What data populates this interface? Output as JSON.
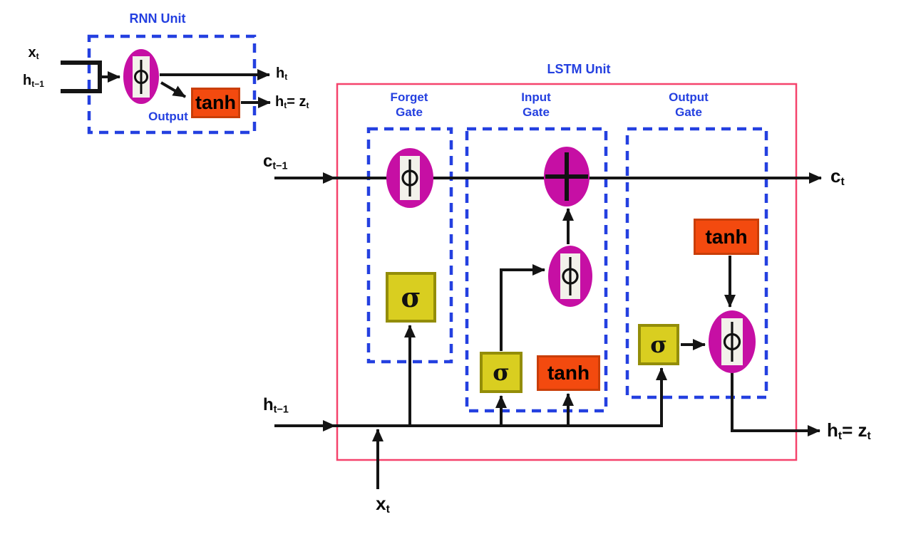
{
  "colors": {
    "magenta": "#C60FA4",
    "node_inner": "#F2F1EA",
    "yellow": "#D9CE20",
    "yellow_border": "#938D08",
    "orange": "#F34A0F",
    "orange_border": "#C93E08",
    "blue": "#2440E0",
    "pink": "#F5436C",
    "line": "#141414",
    "bg": "#FFFFFF"
  },
  "symbols": {
    "phi": "ϕ",
    "sigma": "σ",
    "plus": "+",
    "tanh": "tanh"
  },
  "rnn": {
    "title": "RNN Unit",
    "output_label": "Output",
    "labels": {
      "x_in": {
        "base": "x",
        "sub": "t"
      },
      "h_in": {
        "base": "h",
        "sub": "t−1"
      },
      "h_out": {
        "base": "h",
        "sub": "t"
      },
      "hz_out": {
        "base": "h",
        "sub": "t",
        "eq": "= ",
        "base2": "z",
        "sub2": "t"
      }
    }
  },
  "lstm": {
    "title": "LSTM Unit",
    "forget_gate_label": "Forget\nGate",
    "input_gate_label": "Input\nGate",
    "output_gate_label": "Output\nGate",
    "labels": {
      "c_in": {
        "base": "c",
        "sub": "t−1"
      },
      "c_out": {
        "base": "c",
        "sub": "t"
      },
      "h_in": {
        "base": "h",
        "sub": "t−1"
      },
      "hz_out": {
        "base": "h",
        "sub": "t",
        "eq": "= ",
        "base2": "z",
        "sub2": "t"
      },
      "x_in": {
        "base": "x",
        "sub": "t"
      }
    }
  }
}
